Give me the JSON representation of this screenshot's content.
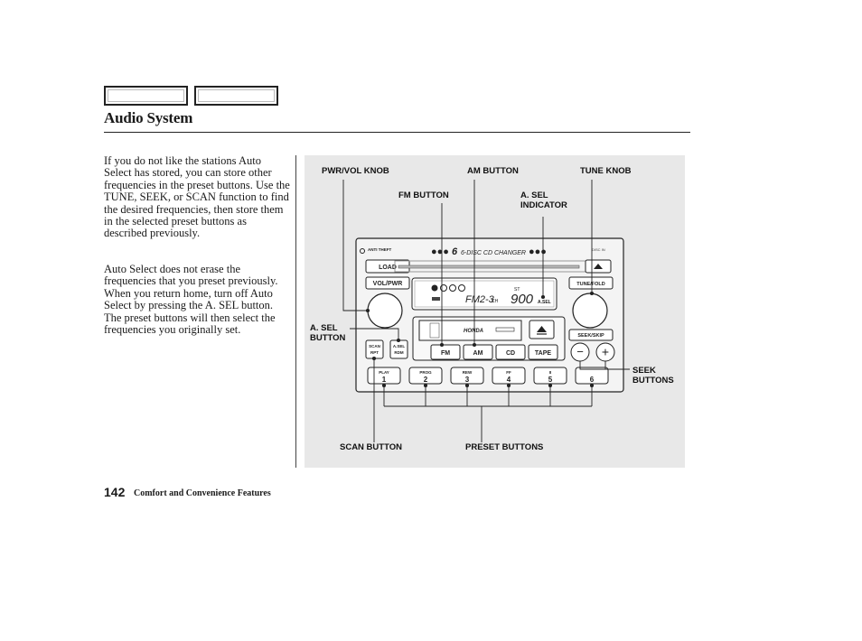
{
  "header": {
    "title": "Audio System"
  },
  "body": {
    "paragraph1": "If you do not like the stations Auto Select has stored, you can store other frequencies in the preset buttons. Use the TUNE, SEEK, or SCAN function to find the desired frequencies, then store them in the selected preset buttons as described previously.",
    "paragraph2": "Auto Select does not erase the frequencies that you preset previously. When you return home, turn off Auto Select by pressing the A. SEL button. The preset buttons will then select the frequencies you originally set."
  },
  "figure": {
    "callouts": {
      "pwr_vol_knob": "PWR/VOL KNOB",
      "am_button": "AM BUTTON",
      "tune_knob": "TUNE KNOB",
      "fm_button": "FM BUTTON",
      "a_sel_indicator": "A. SEL\nINDICATOR",
      "a_sel_button": "A. SEL\nBUTTON",
      "seek_buttons": "SEEK\nBUTTONS",
      "scan_button": "SCAN BUTTON",
      "preset_buttons": "PRESET BUTTONS"
    },
    "unit": {
      "changer_label": "6-DISC CD CHANGER",
      "load": "LOAD",
      "vol_pwr": "VOL/PWR",
      "tune_fold": "TUNE/FOLD",
      "seek_skip": "SEEK/SKIP",
      "brand": "HONDA",
      "display_band": "FM2-3",
      "display_freq": "900",
      "display_ch": "CH",
      "display_st": "ST",
      "display_asel": "A.SEL",
      "scan_rpt": "SCAN RPT",
      "asel_rdm": "A.SEL RDM",
      "band_buttons": [
        "FM",
        "AM",
        "CD",
        "TAPE"
      ],
      "presets": [
        {
          "top": "PLAY",
          "num": "1"
        },
        {
          "top": "PROG",
          "num": "2"
        },
        {
          "top": "REW",
          "num": "3"
        },
        {
          "top": "FF",
          "num": "4"
        },
        {
          "top": "II",
          "num": "5"
        },
        {
          "top": "",
          "num": "6"
        }
      ],
      "seek_minus": "−",
      "seek_plus": "+"
    }
  },
  "footer": {
    "page_number": "142",
    "section": "Comfort and Convenience Features"
  }
}
